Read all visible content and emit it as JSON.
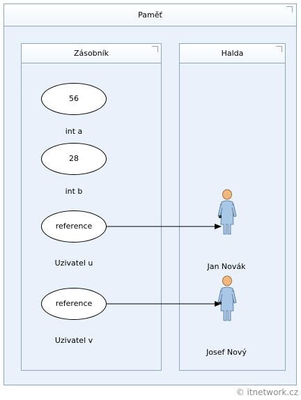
{
  "memory": {
    "title": "Paměť"
  },
  "stack": {
    "title": "Zásobník",
    "items": [
      {
        "value": "56",
        "label": "int a"
      },
      {
        "value": "28",
        "label": "int b"
      },
      {
        "value": "reference",
        "label": "Uzivatel u"
      },
      {
        "value": "reference",
        "label": "Uzivatel v"
      }
    ]
  },
  "heap": {
    "title": "Halda",
    "objects": [
      {
        "label": "Jan Novák",
        "icon": "person-icon"
      },
      {
        "label": "Josef Nový",
        "icon": "person-icon"
      }
    ]
  },
  "watermark": "© itnetwork.cz",
  "colors": {
    "container_border": "#8ea6bf",
    "container_fill": "#e9f2fb",
    "person_body": "#a9c7e6",
    "person_head": "#f0b77f"
  }
}
